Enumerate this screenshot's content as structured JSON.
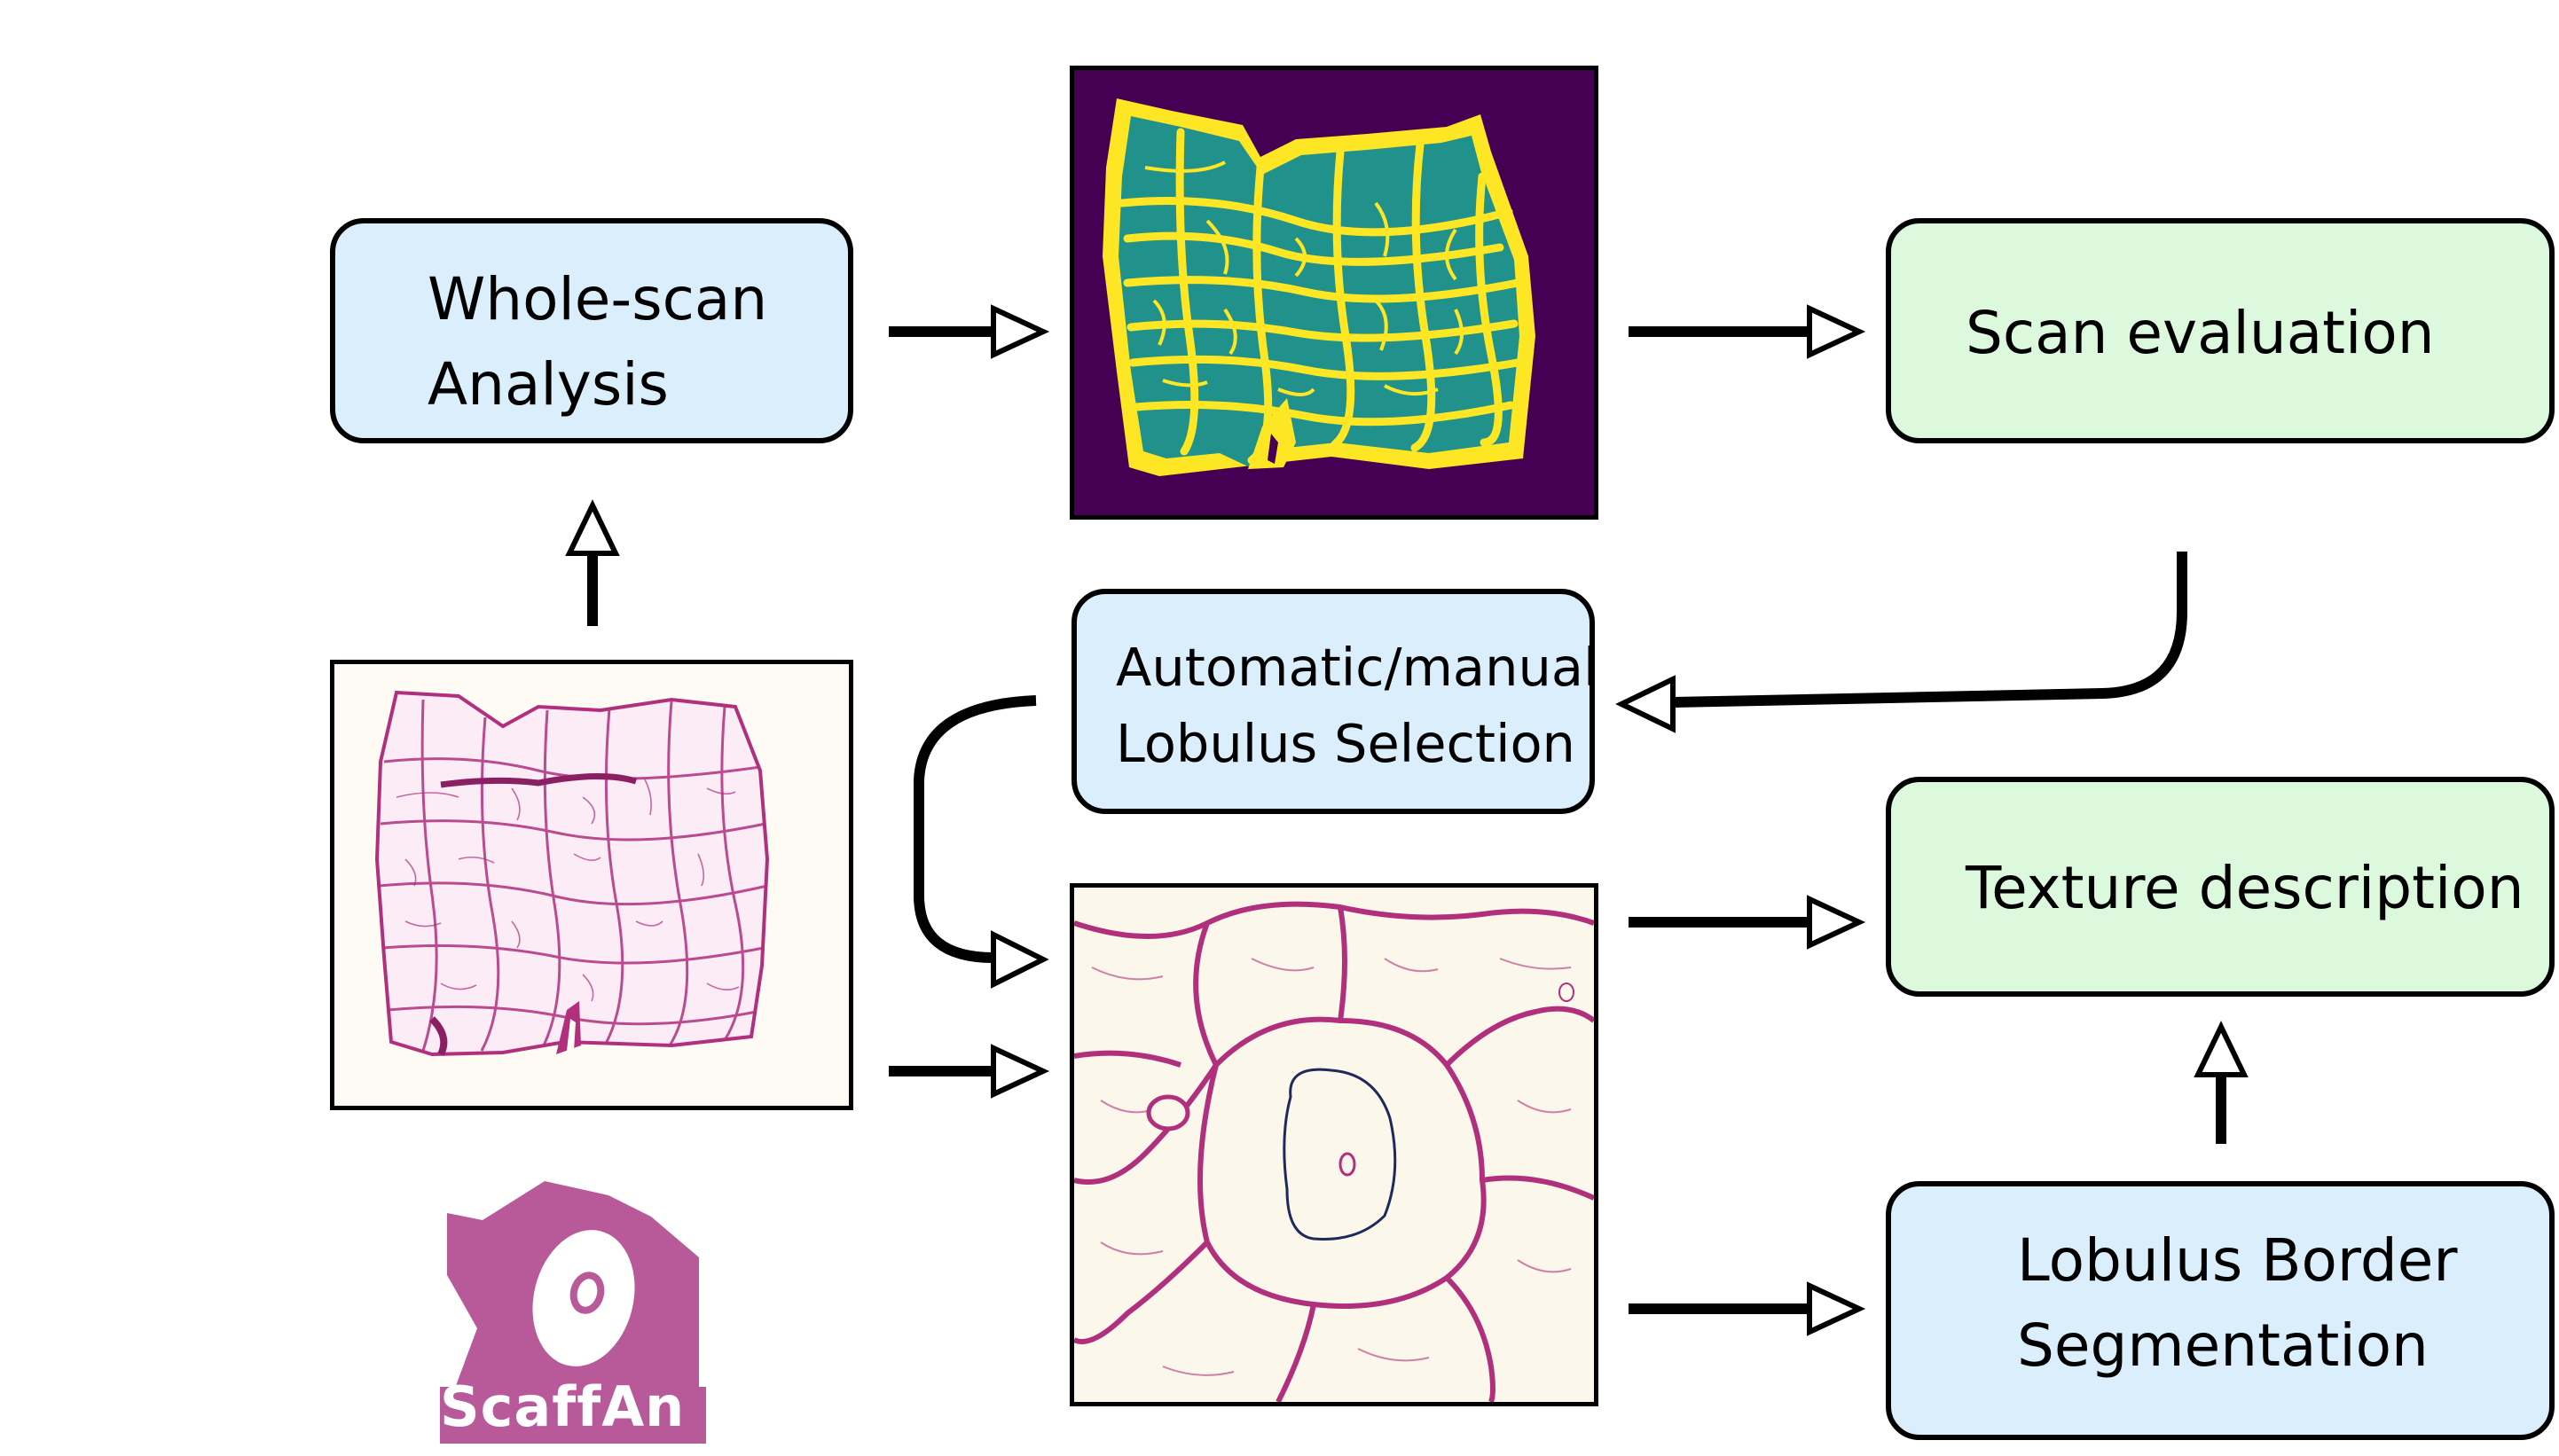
{
  "boxes": {
    "whole_scan": {
      "line1": "Whole-scan",
      "line2": "Analysis"
    },
    "scan_evaluation": {
      "label": "Scan evaluation"
    },
    "lobulus_selection": {
      "line1": "Automatic/manual",
      "line2": "Lobulus Selection"
    },
    "texture_description": {
      "label": "Texture description"
    },
    "border_segmentation": {
      "line1": "Lobulus Border",
      "line2": "Segmentation"
    }
  },
  "logo": {
    "text": "ScaffAn"
  },
  "colors": {
    "box_blue": "#dbeefb",
    "box_green": "#dcf8dd",
    "seg_background": "#440154",
    "seg_teal": "#21918c",
    "seg_yellow": "#fde725",
    "stain_magenta": "#b0307e",
    "logo_magenta": "#b85a9a"
  }
}
